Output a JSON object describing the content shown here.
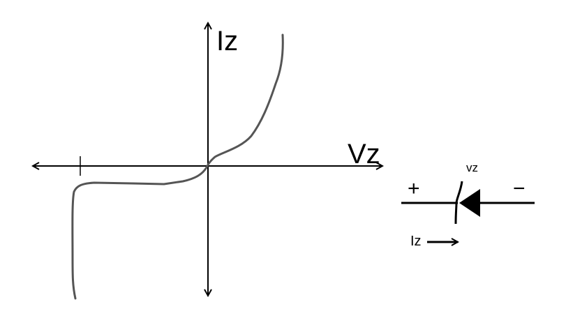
{
  "graph": {
    "y_axis_label": "Iz",
    "x_axis_label": "Vz"
  },
  "symbol": {
    "voltage_label": "vz",
    "plus_sign": "+",
    "minus_sign": "−",
    "current_label": "Iz"
  },
  "colors": {
    "axes": "#000000",
    "curve": "#555555"
  }
}
